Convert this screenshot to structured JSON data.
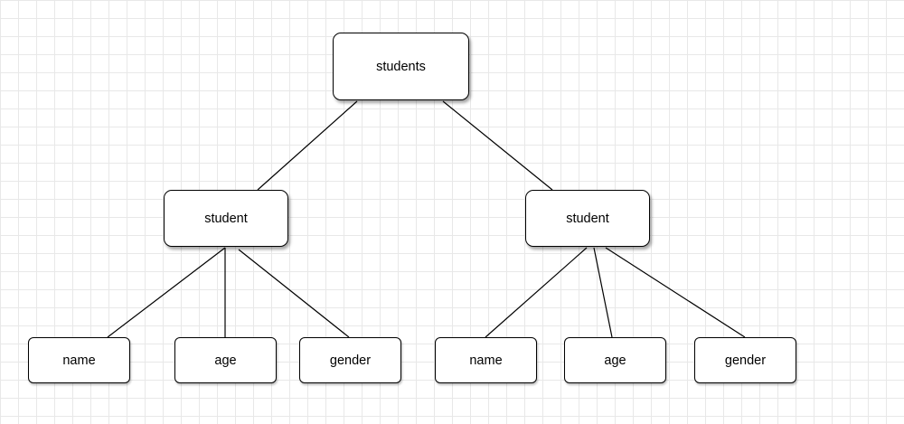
{
  "diagram": {
    "root": {
      "label": "students"
    },
    "children": [
      {
        "label": "student",
        "fields": [
          {
            "label": "name"
          },
          {
            "label": "age"
          },
          {
            "label": "gender"
          }
        ]
      },
      {
        "label": "student",
        "fields": [
          {
            "label": "name"
          },
          {
            "label": "age"
          },
          {
            "label": "gender"
          }
        ]
      }
    ]
  },
  "colors": {
    "background": "#ffffff",
    "grid": "#e8e8e8",
    "stroke": "#000000"
  }
}
